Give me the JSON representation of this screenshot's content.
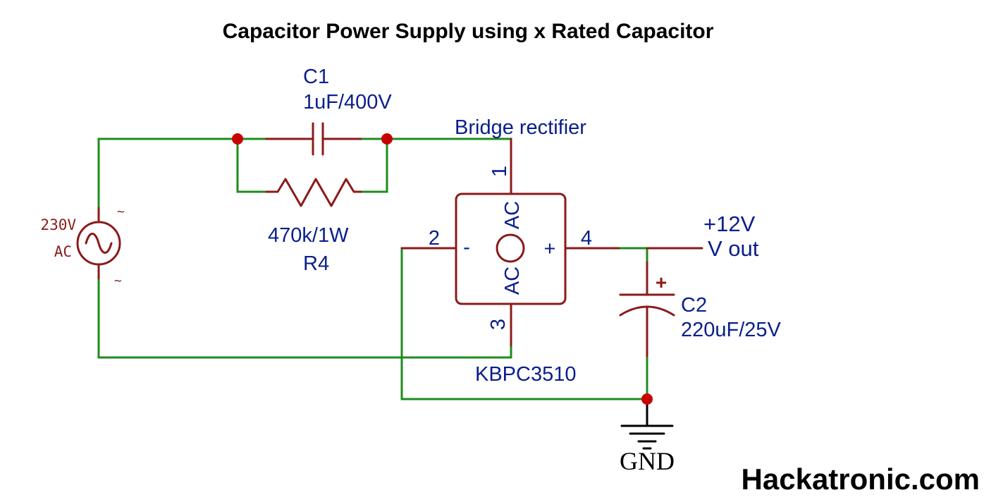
{
  "title": "Capacitor Power Supply using x Rated Capacitor",
  "source": {
    "voltage": "230V",
    "type": "AC",
    "tilde_top": "~",
    "tilde_bottom": "~"
  },
  "c1": {
    "ref": "C1",
    "value": "1uF/400V"
  },
  "r4": {
    "value": "470k/1W",
    "ref": "R4"
  },
  "bridge": {
    "label": "Bridge rectifier",
    "part": "KBPC3510",
    "ac_top": "AC",
    "ac_bottom": "AC",
    "minus": "-",
    "plus": "+",
    "pin1": "1",
    "pin2": "2",
    "pin3": "3",
    "pin4": "4"
  },
  "c2": {
    "polarity": "+",
    "ref": "C2",
    "value": "220uF/25V"
  },
  "output": {
    "voltage": "+12V",
    "label": "V out"
  },
  "ground": "GND",
  "brand": "Hackatronic.com",
  "colors": {
    "wire": "#1e8c1e",
    "component": "#8b1a1a",
    "junction": "#c80000",
    "label": "#0a1e8c"
  }
}
